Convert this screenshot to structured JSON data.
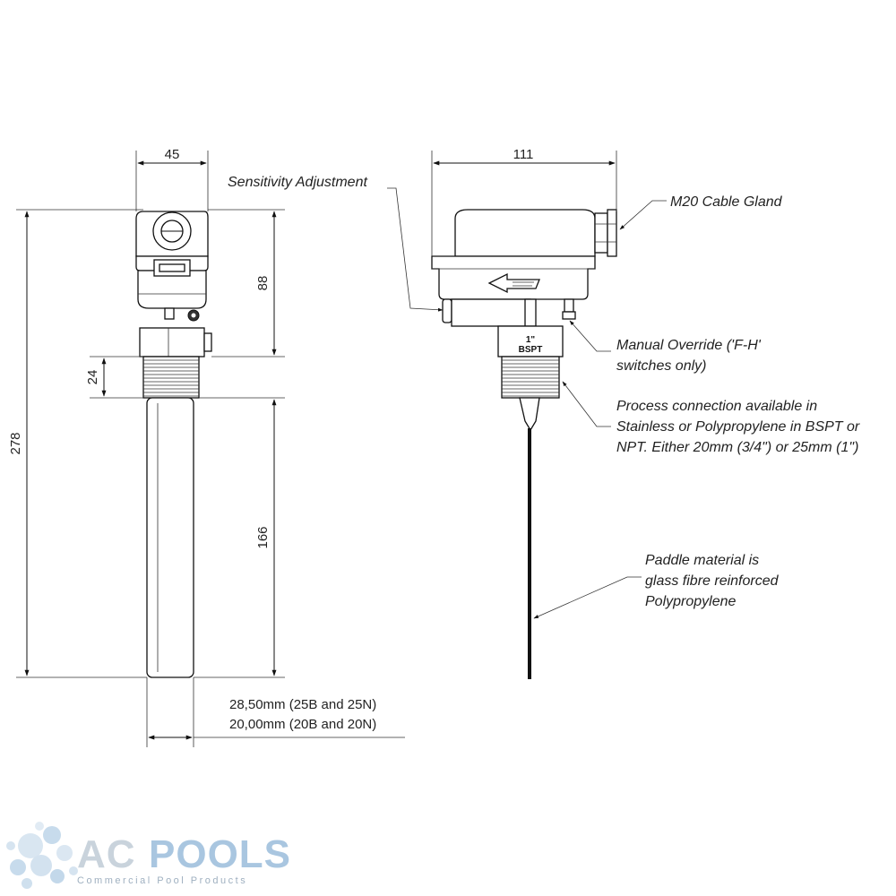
{
  "dimensions": {
    "width_front": "45",
    "width_side": "111",
    "height_head": "88",
    "height_thread": "24",
    "height_total": "278",
    "height_tube": "166",
    "diameter_line1": "28,50mm (25B and 25N)",
    "diameter_line2": "20,00mm (20B and 20N)"
  },
  "callouts": {
    "sensitivity": "Sensitivity Adjustment",
    "cable_gland": "M20 Cable Gland",
    "override_line1": "Manual Override ('F-H'",
    "override_line2": "switches only)",
    "process_line1": "Process connection available in",
    "process_line2": "Stainless or Polypropylene in BSPT or",
    "process_line3": "NPT. Either 20mm (3/4\") or 25mm (1\")",
    "paddle_line1": "Paddle material is",
    "paddle_line2": "glass fibre reinforced",
    "paddle_line3": "Polypropylene"
  },
  "fitting_label": {
    "size": "1\"",
    "thread": "BSPT"
  },
  "logo": {
    "word1": "AC",
    "word2": "POOLS",
    "tagline": "Commercial Pool Products",
    "color_word1": "#c9d3dc",
    "color_word2": "#a9c6e0"
  },
  "icons": [
    "flow-arrow-icon",
    "bubbles-logo-icon"
  ]
}
